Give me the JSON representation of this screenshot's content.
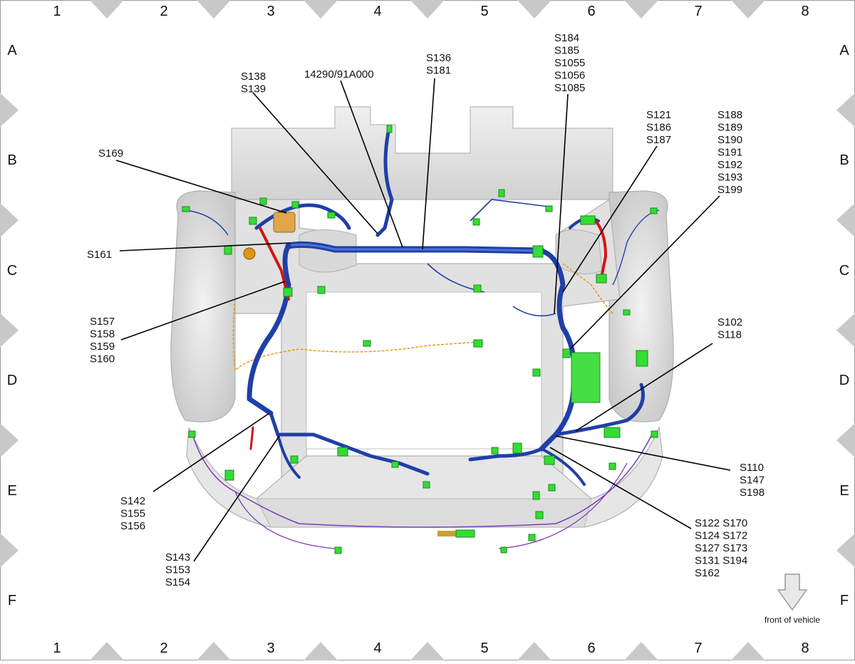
{
  "grid": {
    "columns": [
      "1",
      "2",
      "3",
      "4",
      "5",
      "6",
      "7",
      "8"
    ],
    "rows": [
      "A",
      "B",
      "C",
      "D",
      "E",
      "F"
    ]
  },
  "callouts": [
    {
      "id": "s169",
      "lines": [
        "S169"
      ]
    },
    {
      "id": "s138",
      "lines": [
        "S138",
        "S139"
      ]
    },
    {
      "id": "part",
      "lines": [
        "14290/91A000"
      ]
    },
    {
      "id": "s136",
      "lines": [
        "S136",
        "S181"
      ]
    },
    {
      "id": "s184",
      "lines": [
        "S184",
        "S185",
        "S1055",
        "S1056",
        "S1085"
      ]
    },
    {
      "id": "s121",
      "lines": [
        "S121",
        "S186",
        "S187"
      ]
    },
    {
      "id": "s188",
      "lines": [
        "S188",
        "S189",
        "S190",
        "S191",
        "S192",
        "S193",
        "S199"
      ]
    },
    {
      "id": "s161",
      "lines": [
        "S161"
      ]
    },
    {
      "id": "s157",
      "lines": [
        "S157",
        "S158",
        "S159",
        "S160"
      ]
    },
    {
      "id": "s102",
      "lines": [
        "S102",
        "S118"
      ]
    },
    {
      "id": "s110",
      "lines": [
        "S110",
        "S147",
        "S198"
      ]
    },
    {
      "id": "s142",
      "lines": [
        "S142",
        "S155",
        "S156"
      ]
    },
    {
      "id": "s143",
      "lines": [
        "S143",
        "S153",
        "S154"
      ]
    },
    {
      "id": "s122",
      "lines": [
        "S122 S170",
        "S124 S172",
        "S127 S173",
        "S131 S194",
        "S162"
      ]
    }
  ],
  "legend": {
    "front_label": "front of vehicle"
  },
  "colors": {
    "harness": "#1f3fa8",
    "harness_highlight": "#4a74d6",
    "connector": "#33dd33",
    "red_wire": "#d41414",
    "frame": "#e4e4e4",
    "marker": "#c8c8c8",
    "orange": "#e2950e",
    "purple": "#7a3bb5"
  }
}
